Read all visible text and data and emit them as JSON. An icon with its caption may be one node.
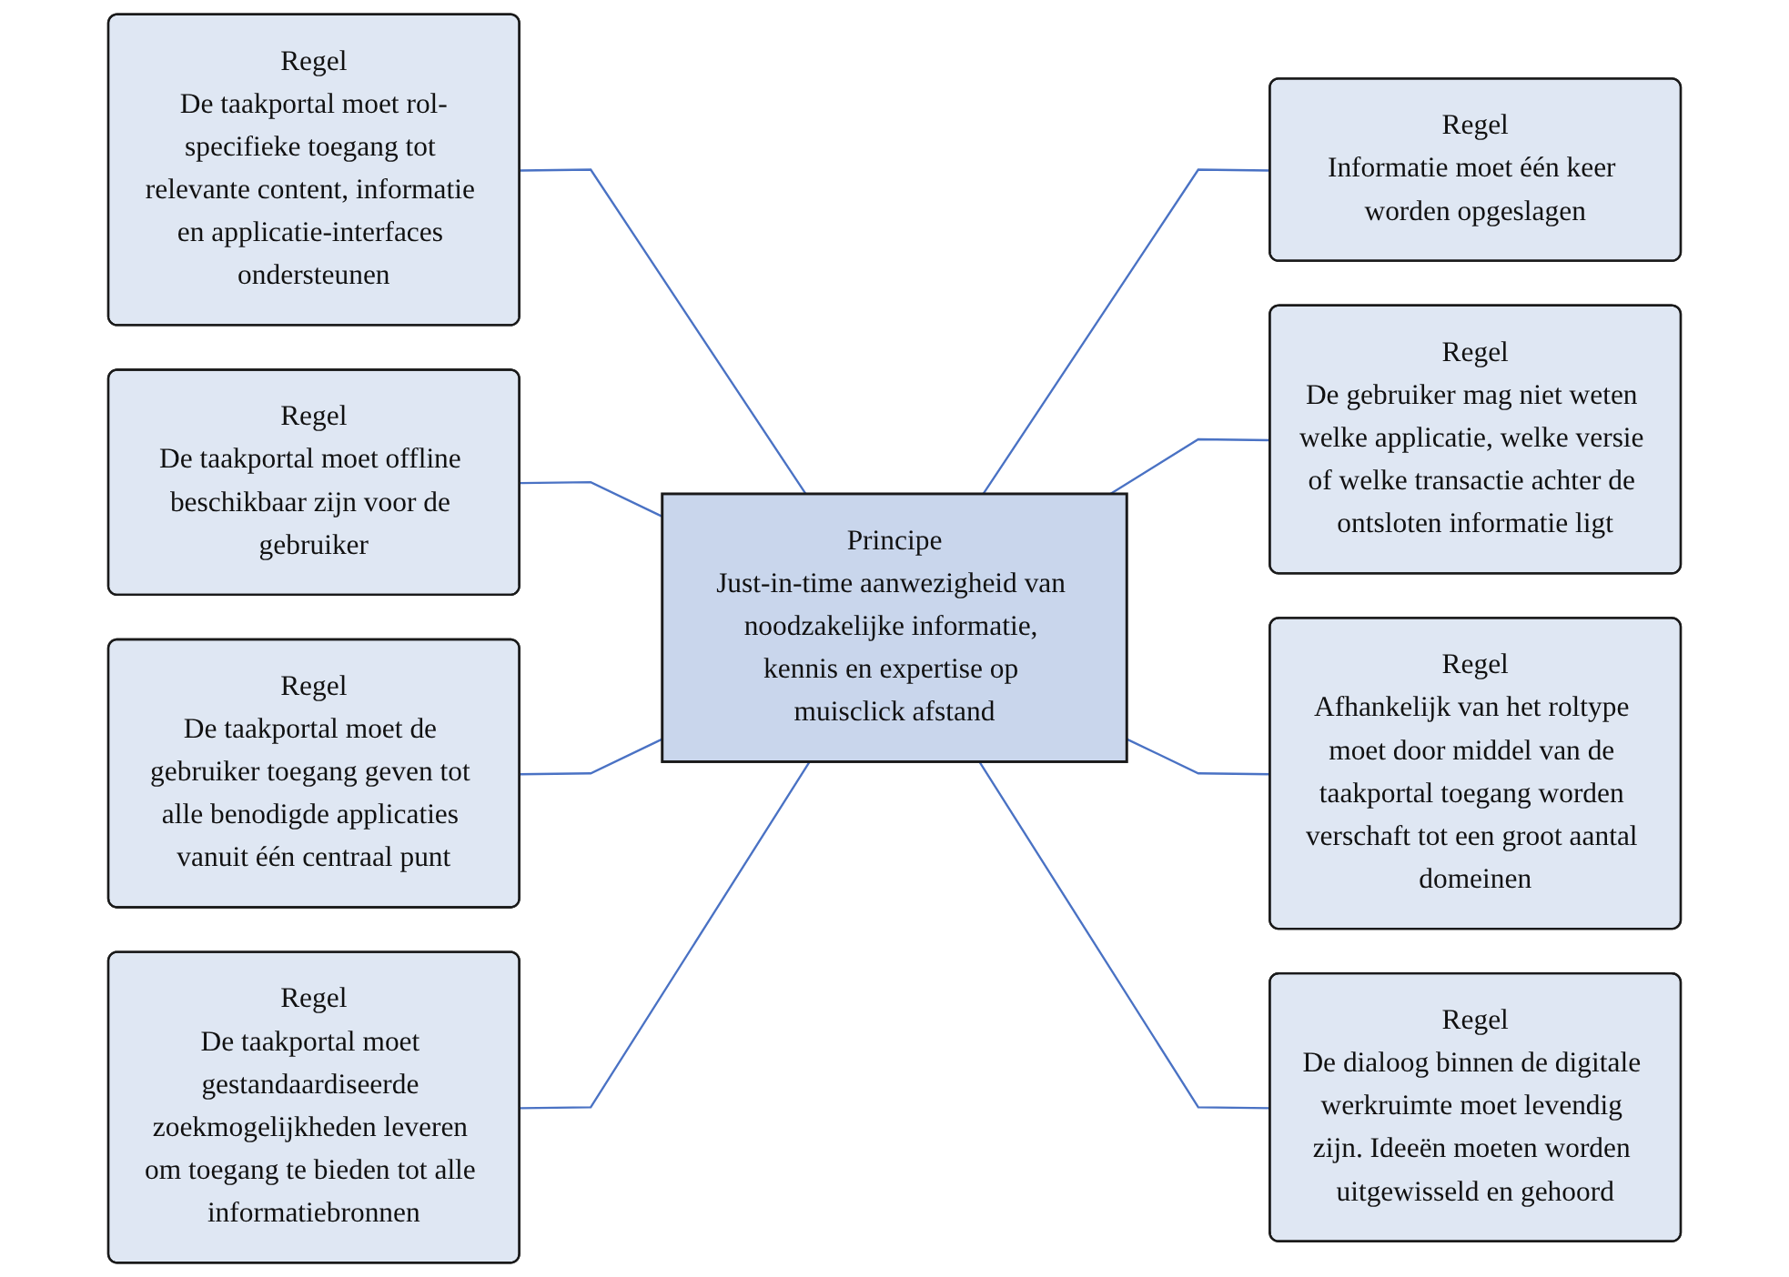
{
  "diagram": {
    "nodes": [
      {
        "text": [
          "Regel",
          "De taakportal moet rol-specifieke toegang tot relevante content, informatie en applicatie-interfaces ondersteunen"
        ]
      },
      {
        "text": [
          "Regel",
          "De taakportal moet offline beschikbaar zijn voor de gebruiker"
        ]
      },
      {
        "text": [
          "Regel",
          "Informatie moet één keer worden opgeslagen"
        ]
      },
      {
        "text": [
          "Regel",
          "De taakportal moet de gebruiker toegang geven tot alle benodigde applicaties vanuit één centraal punt"
        ]
      },
      {
        "text": [
          "Principe",
          "Just-in-time aanwezigheid van noodzakelijke informatie, kennis en expertise op muisclick afstand"
        ]
      },
      {
        "text": [
          "Regel",
          "De gebruiker mag niet weten welke applicatie, welke versie of welke transactie achter de ontsloten informatie ligt"
        ]
      },
      {
        "text": [
          "Regel",
          "De taakportal moet gestandaardiseerde zoekmogelijkheden leveren om toegang te bieden tot alle informatiebronnen"
        ]
      },
      {
        "text": [
          "Regel",
          "Afhankelijk van het roltype moet door middel van de taakportal toegang worden verschaft tot een groot aantal domeinen"
        ]
      },
      {
        "text": [
          "Regel",
          "De dialoog binnen de digitale werkruimte moet levendig zijn. Ideeën moeten worden uitgewisseld en gehoord"
        ]
      }
    ],
    "edges": [
      {
        "from": 0,
        "to": 4,
        "arrow": "none"
      },
      {
        "from": 1,
        "to": 4,
        "arrow": "none"
      },
      {
        "from": 4,
        "to": 2,
        "arrow": "none"
      },
      {
        "from": 3,
        "to": 4,
        "arrow": "none"
      },
      {
        "from": 4,
        "to": 5,
        "arrow": "none"
      },
      {
        "from": 6,
        "to": 4,
        "arrow": "none"
      },
      {
        "from": 4,
        "to": 7,
        "arrow": "none"
      },
      {
        "from": 4,
        "to": 8,
        "arrow": "none"
      }
    ]
  }
}
